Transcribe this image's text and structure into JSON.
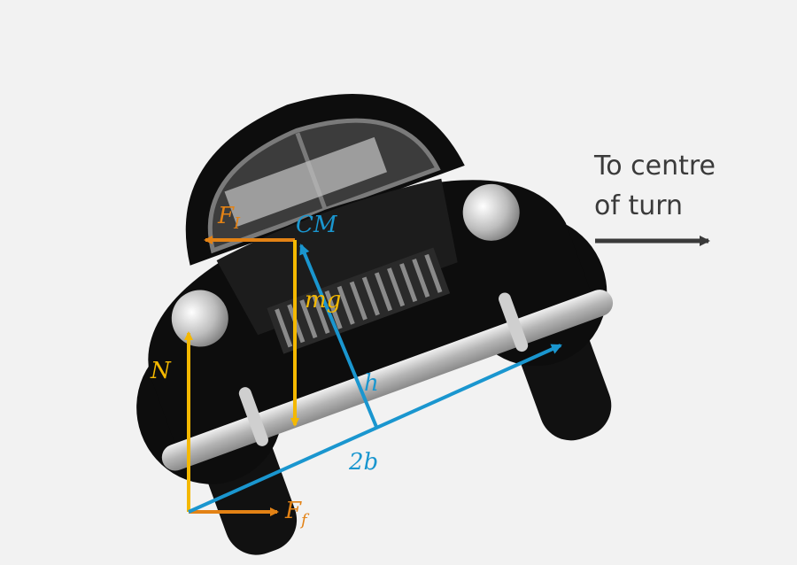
{
  "caption": {
    "line1": "To centre",
    "line2": "of turn"
  },
  "labels": {
    "fi_main": "F",
    "fi_sub": "I",
    "cm": "CM",
    "mg": "mg",
    "n": "N",
    "h": "h",
    "two_b": "2b",
    "ff_main": "F",
    "ff_sub": "f"
  },
  "colors": {
    "orange": "#e38215",
    "yellow": "#f4b800",
    "blue": "#1a96cf",
    "caption": "#3a3a3a",
    "car_body": "#0d0d0d",
    "chrome": "#c8c8c8",
    "background": "#f2f2f2"
  },
  "icons": {
    "direction_arrow": "right-arrow-icon"
  }
}
